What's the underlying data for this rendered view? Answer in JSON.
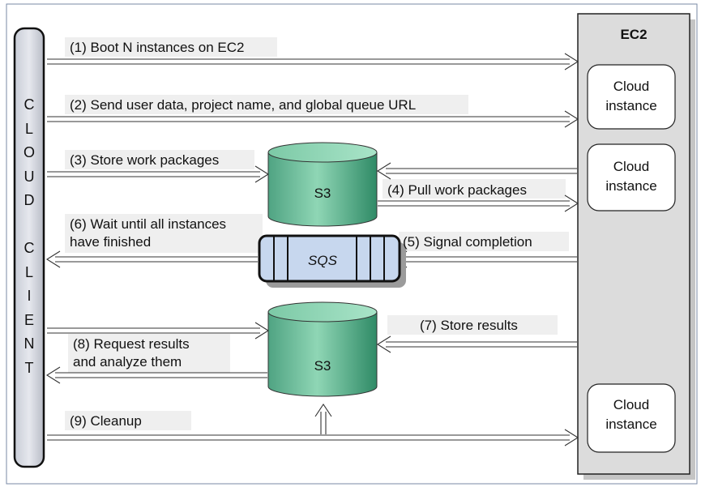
{
  "client": {
    "letters": [
      "C",
      "L",
      "O",
      "U",
      "D",
      "",
      "C",
      "L",
      "I",
      "E",
      "N",
      "T"
    ]
  },
  "ec2": {
    "title": "EC2",
    "instances": [
      {
        "line1": "Cloud",
        "line2": "instance"
      },
      {
        "line1": "Cloud",
        "line2": "instance"
      },
      {
        "line1": "Cloud",
        "line2": "instance"
      }
    ]
  },
  "stores": {
    "s3_top": "S3",
    "s3_bottom": "S3",
    "sqs": "SQS"
  },
  "steps": {
    "s1": "(1) Boot N instances on EC2",
    "s2": "(2) Send user  data, project name, and global queue URL",
    "s3": "(3) Store work packages",
    "s4": "(4) Pull work packages",
    "s5": "(5) Signal completion",
    "s6_line1": "(6) Wait until all instances",
    "s6_line2": "have finished",
    "s7": "(7) Store results",
    "s8_line1": "(8) Request results",
    "s8_line2": "and analyze them",
    "s9": "(9) Cleanup"
  }
}
